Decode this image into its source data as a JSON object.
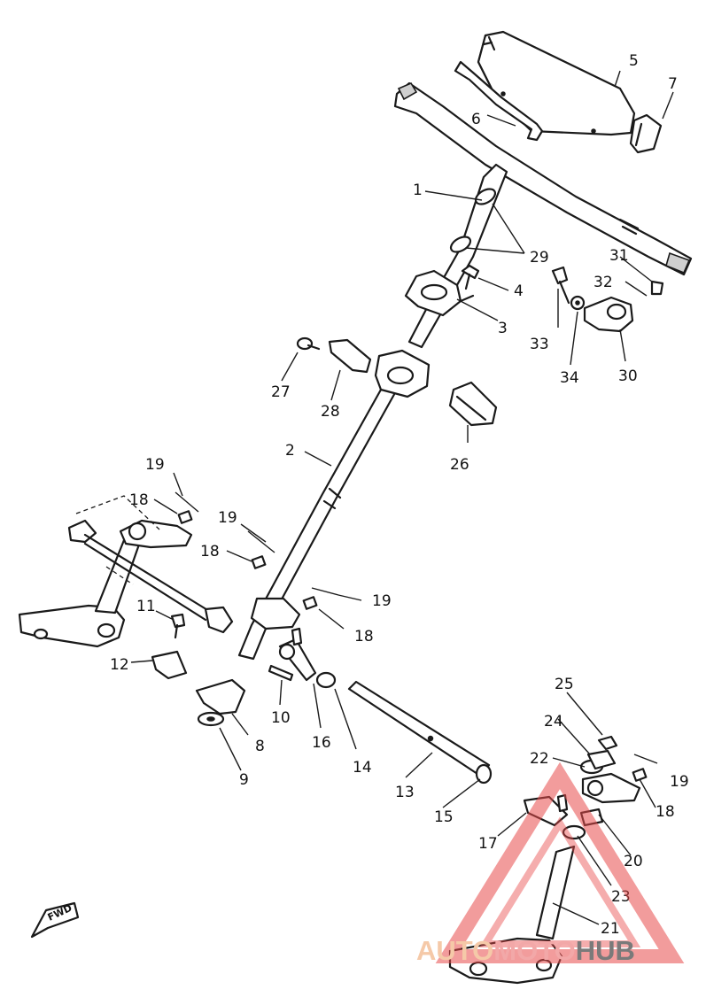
{
  "callouts": {
    "c1": "1",
    "c2": "2",
    "c3": "3",
    "c4": "4",
    "c5": "5",
    "c6": "6",
    "c7": "7",
    "c8": "8",
    "c9": "9",
    "c10": "10",
    "c11": "11",
    "c12": "12",
    "c13": "13",
    "c14": "14",
    "c15": "15",
    "c16": "16",
    "c17": "17",
    "c18a": "18",
    "c18b": "18",
    "c18c": "18",
    "c18d": "18",
    "c19a": "19",
    "c19b": "19",
    "c19c": "19",
    "c19d": "19",
    "c20": "20",
    "c21": "21",
    "c22": "22",
    "c23": "23",
    "c24": "24",
    "c25": "25",
    "c26": "26",
    "c27": "27",
    "c28": "28",
    "c29": "29",
    "c30": "30",
    "c31": "31",
    "c32": "32",
    "c33": "33",
    "c34": "34"
  },
  "fwd_mark": "FWD",
  "watermark": {
    "part1": "AUTO",
    "part2": "MOTO",
    "part3": "HUB"
  },
  "colors": {
    "ink": "#1a1a1a",
    "watermark_red": "#e84a4a",
    "watermark_orange": "#f5c9a8",
    "watermark_gray": "#7a7a7a"
  }
}
